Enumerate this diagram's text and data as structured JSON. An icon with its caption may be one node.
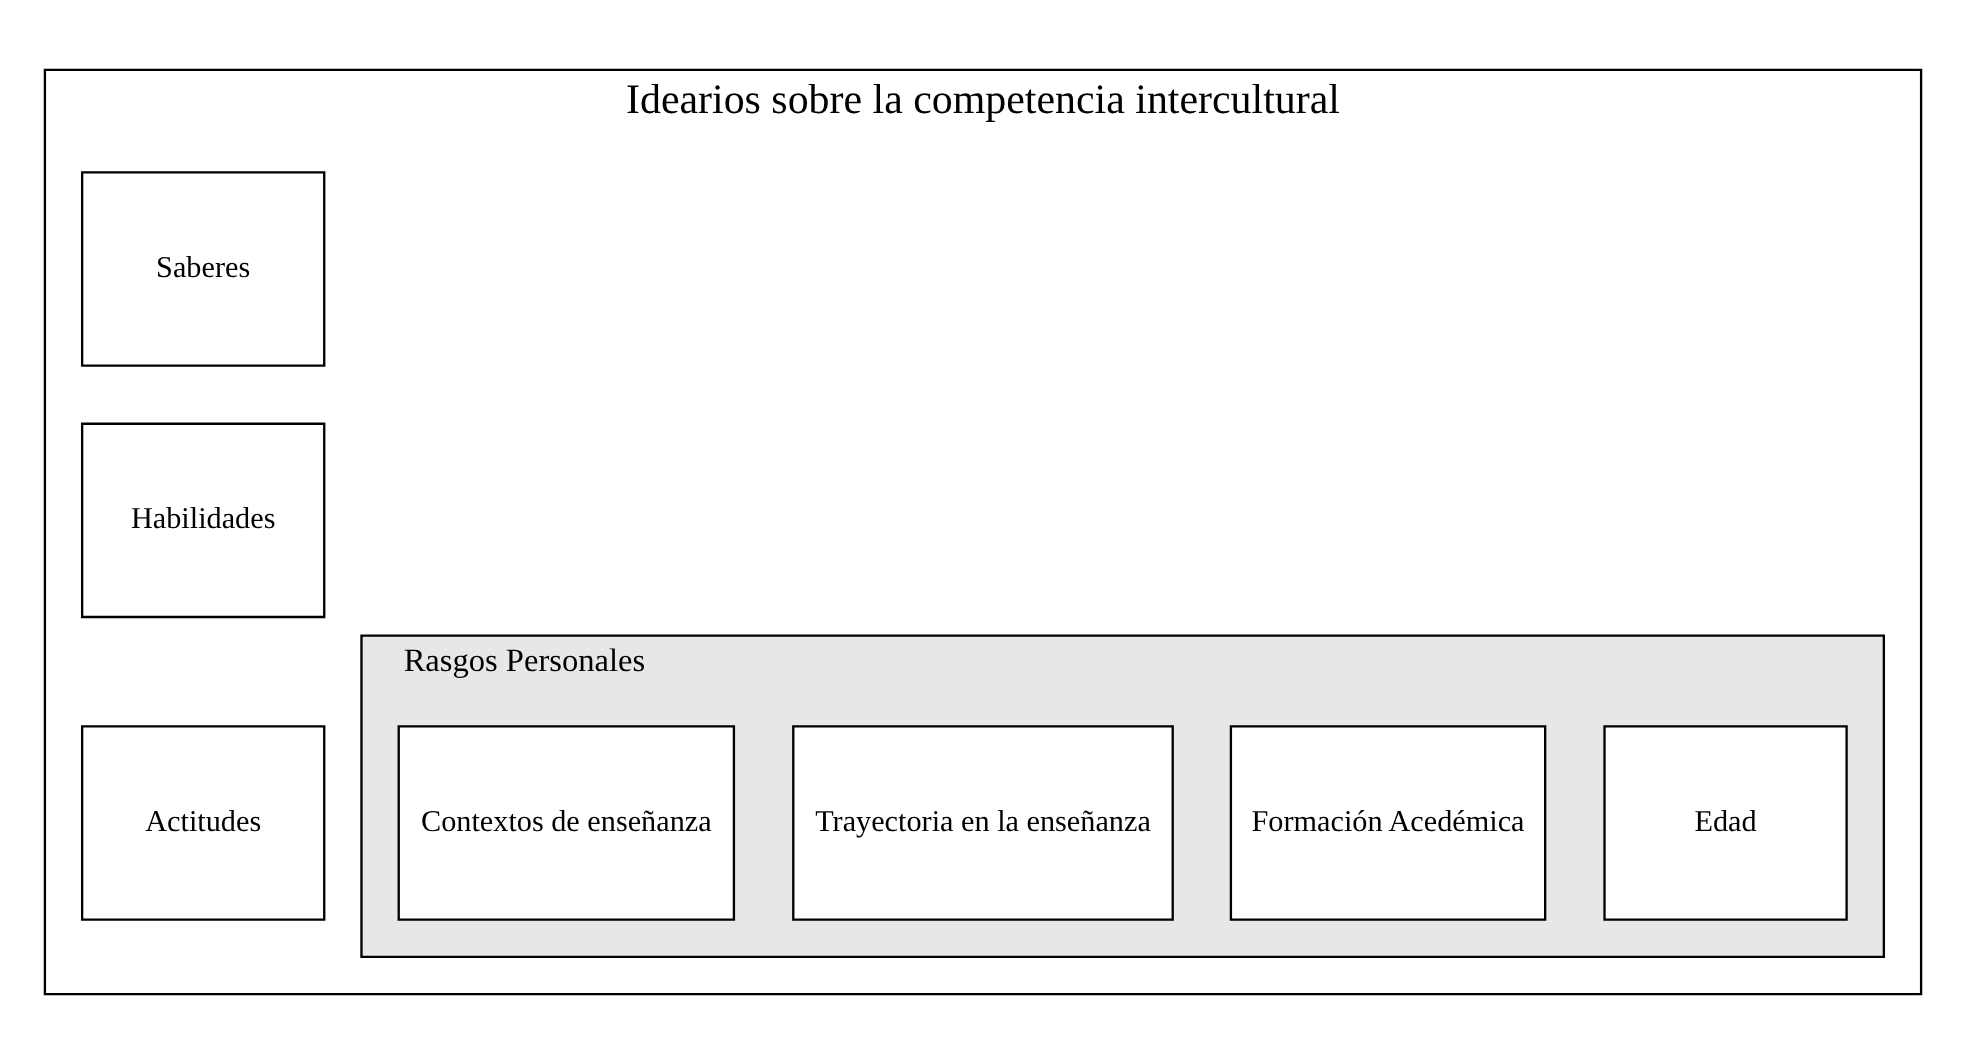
{
  "diagram": {
    "nodes": [
      {
        "text": [
          "Idearios sobre la competencia intercultural"
        ]
      },
      {
        "text": [
          "Saberes"
        ],
        "in": 0
      },
      {
        "text": [
          "Habilidades"
        ],
        "in": 0
      },
      {
        "text": [
          "Actitudes"
        ],
        "in": 0
      },
      {
        "text": [
          "Rasgos Personales"
        ],
        "in": 0
      },
      {
        "text": [
          "Edad"
        ],
        "in": 4
      },
      {
        "text": [
          "Formación Acedémica"
        ],
        "in": 4
      },
      {
        "text": [
          "Trayectoria en la enseñanza"
        ],
        "in": 4
      },
      {
        "text": [
          "Contextos de enseñanza"
        ],
        "in": 4
      }
    ],
    "edges": []
  }
}
